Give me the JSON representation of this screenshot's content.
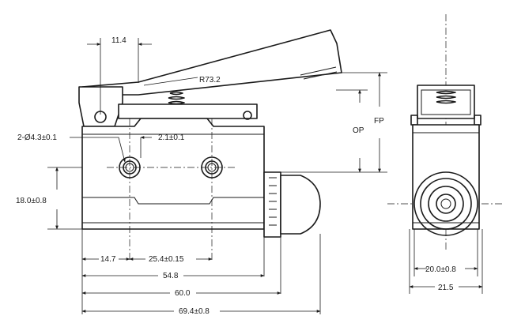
{
  "labels": {
    "d_11_4": "11.4",
    "r73_2": "R73.2",
    "hole": "2-Ø4.3±0.1",
    "d_2_1": "2.1±0.1",
    "op": "OP",
    "fp": "FP",
    "d_18": "18.0±0.8",
    "d_14_7": "14.7",
    "d_25_4": "25.4±0.15",
    "d_54_8": "54.8",
    "d_60": "60.0",
    "d_69_4": "69.4±0.8",
    "d_20": "20.0±0.8",
    "d_21_5": "21.5"
  }
}
